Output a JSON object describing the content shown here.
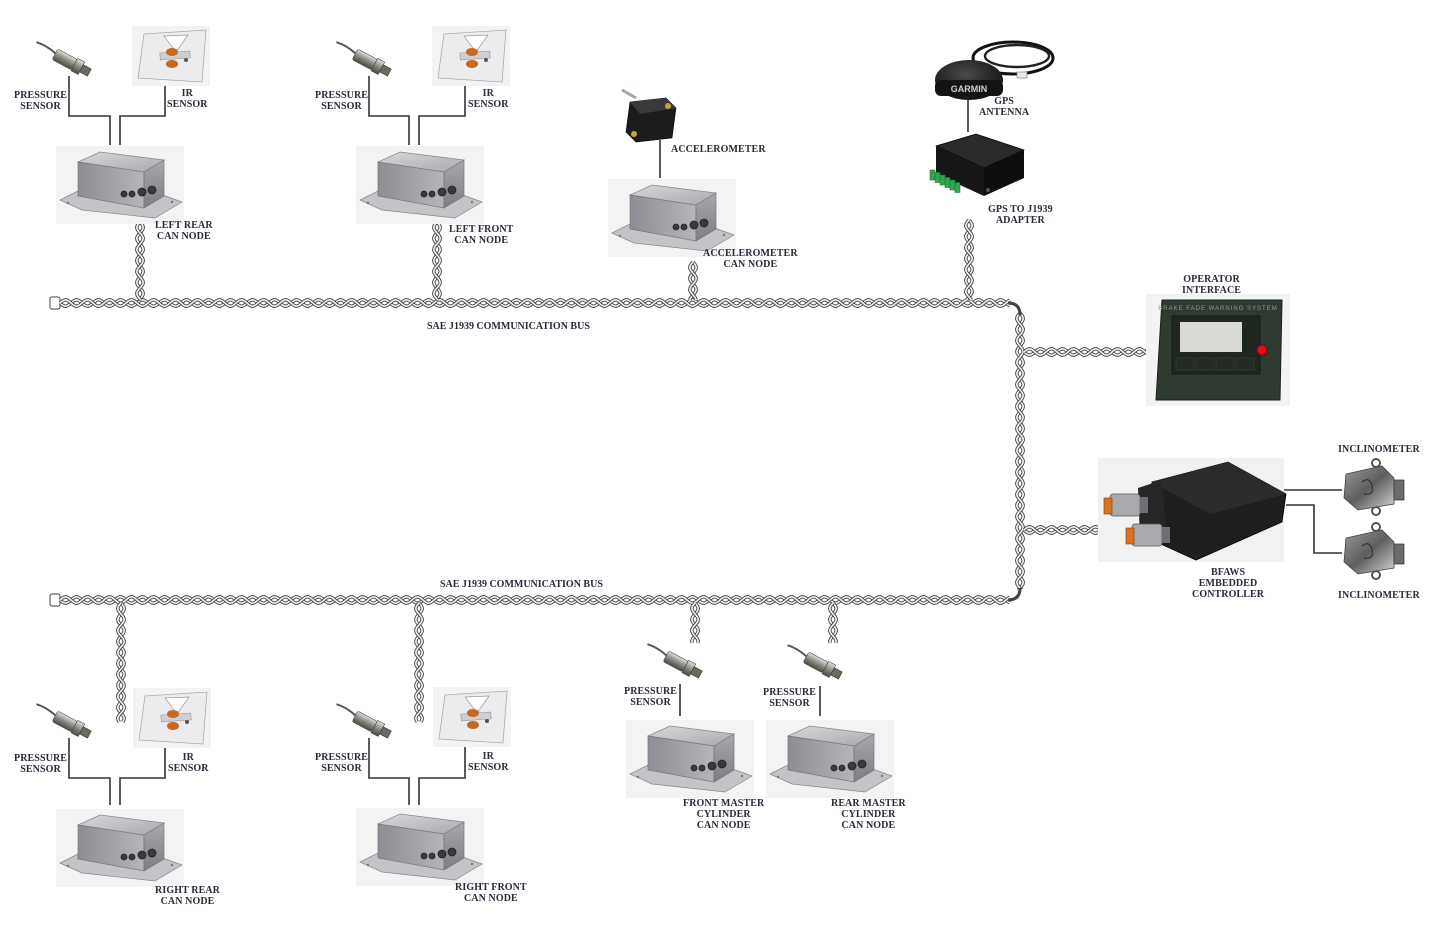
{
  "diagram": {
    "title": "BFAWS CAN network architecture",
    "buses": {
      "upper": {
        "label": "SAE J1939 COMMUNICATION BUS"
      },
      "lower": {
        "label": "SAE J1939 COMMUNICATION BUS"
      }
    },
    "nodes": {
      "left_rear": {
        "label": [
          "LEFT REAR",
          "CAN NODE"
        ],
        "sensors": {
          "pressure": [
            "PRESSURE",
            "SENSOR"
          ],
          "ir": [
            "IR",
            "SENSOR"
          ]
        }
      },
      "left_front": {
        "label": [
          "LEFT FRONT",
          "CAN NODE"
        ],
        "sensors": {
          "pressure": [
            "PRESSURE",
            "SENSOR"
          ],
          "ir": [
            "IR",
            "SENSOR"
          ]
        }
      },
      "accelerometer": {
        "label": [
          "ACCELEROMETER",
          "CAN NODE"
        ],
        "sensor": "ACCELEROMETER"
      },
      "gps": {
        "antenna": [
          "GPS",
          "ANTENNA"
        ],
        "antenna_brand": "GARMIN",
        "adapter": [
          "GPS TO J1939",
          "ADAPTER"
        ]
      },
      "operator_interface": {
        "label": [
          "OPERATOR",
          "INTERFACE"
        ],
        "panel_text": "BRAKE FADE WARNING SYSTEM"
      },
      "controller": {
        "label": [
          "BFAWS",
          "EMBEDDED",
          "CONTROLLER"
        ],
        "inclinometers": [
          "INCLINOMETER",
          "INCLINOMETER"
        ]
      },
      "right_rear": {
        "label": [
          "RIGHT REAR",
          "CAN NODE"
        ],
        "sensors": {
          "pressure": [
            "PRESSURE",
            "SENSOR"
          ],
          "ir": [
            "IR",
            "SENSOR"
          ]
        }
      },
      "right_front": {
        "label": [
          "RIGHT FRONT",
          "CAN NODE"
        ],
        "sensors": {
          "pressure": [
            "PRESSURE",
            "SENSOR"
          ],
          "ir": [
            "IR",
            "SENSOR"
          ]
        }
      },
      "front_master": {
        "label": [
          "FRONT MASTER",
          "CYLINDER",
          "CAN NODE"
        ],
        "sensor": [
          "PRESSURE",
          "SENSOR"
        ]
      },
      "rear_master": {
        "label": [
          "REAR MASTER",
          "CYLINDER",
          "CAN NODE"
        ],
        "sensor": [
          "PRESSURE",
          "SENSOR"
        ]
      }
    },
    "colors": {
      "text": "#2a2a3a",
      "wire": "#333333",
      "enclosure": "#b9b9bd",
      "connector_orange": "#d9731f",
      "controller_black": "#1e1e1e",
      "panel_green": "#2f3a30",
      "led_red": "#e01010",
      "terminal_green": "#2fa84a"
    }
  }
}
